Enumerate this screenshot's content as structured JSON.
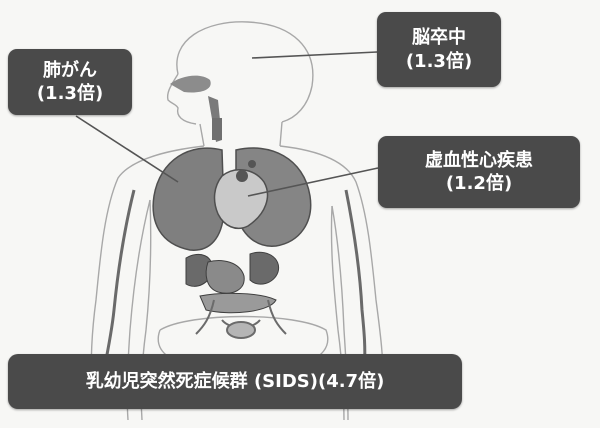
{
  "labels": {
    "lung": {
      "name": "肺がん",
      "ratio": "(1.3倍)"
    },
    "stroke": {
      "name": "脳卒中",
      "ratio": "(1.3倍)"
    },
    "heart": {
      "name": "虚血性心疾患",
      "ratio": "(1.2倍)"
    },
    "sids": {
      "text": "乳幼児突然死症候群 (SIDS)(4.7倍)"
    }
  },
  "colors": {
    "label_bg": "#4a4a4a",
    "label_text": "#ffffff",
    "body_outline": "#9a9a9a",
    "lung_fill": "#7f7f7f",
    "heart_fill": "#c9c9c9",
    "organ_dark": "#555555",
    "vessel": "#6a6a6a"
  }
}
